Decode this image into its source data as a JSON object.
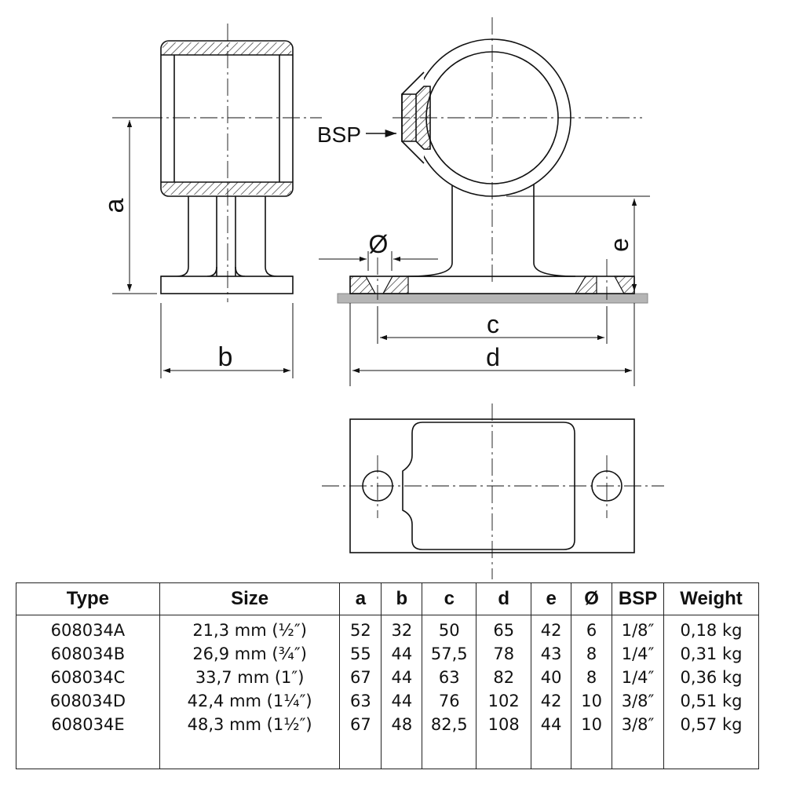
{
  "drawing": {
    "dim_labels": {
      "a": "a",
      "b": "b",
      "c": "c",
      "d": "d",
      "e": "e",
      "dia": "Ø",
      "bsp": "BSP"
    }
  },
  "table": {
    "headers": [
      "Type",
      "Size",
      "a",
      "b",
      "c",
      "d",
      "e",
      "Ø",
      "BSP",
      "Weight"
    ],
    "rows": [
      [
        "608034A",
        "21,3 mm (½″)",
        "52",
        "32",
        "50",
        "65",
        "42",
        "6",
        "1/8″",
        "0,18 kg"
      ],
      [
        "608034B",
        "26,9 mm (¾″)",
        "55",
        "44",
        "57,5",
        "78",
        "43",
        "8",
        "1/4″",
        "0,31 kg"
      ],
      [
        "608034C",
        "33,7 mm (1″)",
        "67",
        "44",
        "63",
        "82",
        "40",
        "8",
        "1/4″",
        "0,36 kg"
      ],
      [
        "608034D",
        "42,4 mm (1¼″)",
        "63",
        "44",
        "76",
        "102",
        "42",
        "10",
        "3/8″",
        "0,51 kg"
      ],
      [
        "608034E",
        "48,3 mm (1½″)",
        "67",
        "48",
        "82,5",
        "108",
        "44",
        "10",
        "3/8″",
        "0,57 kg"
      ]
    ]
  }
}
